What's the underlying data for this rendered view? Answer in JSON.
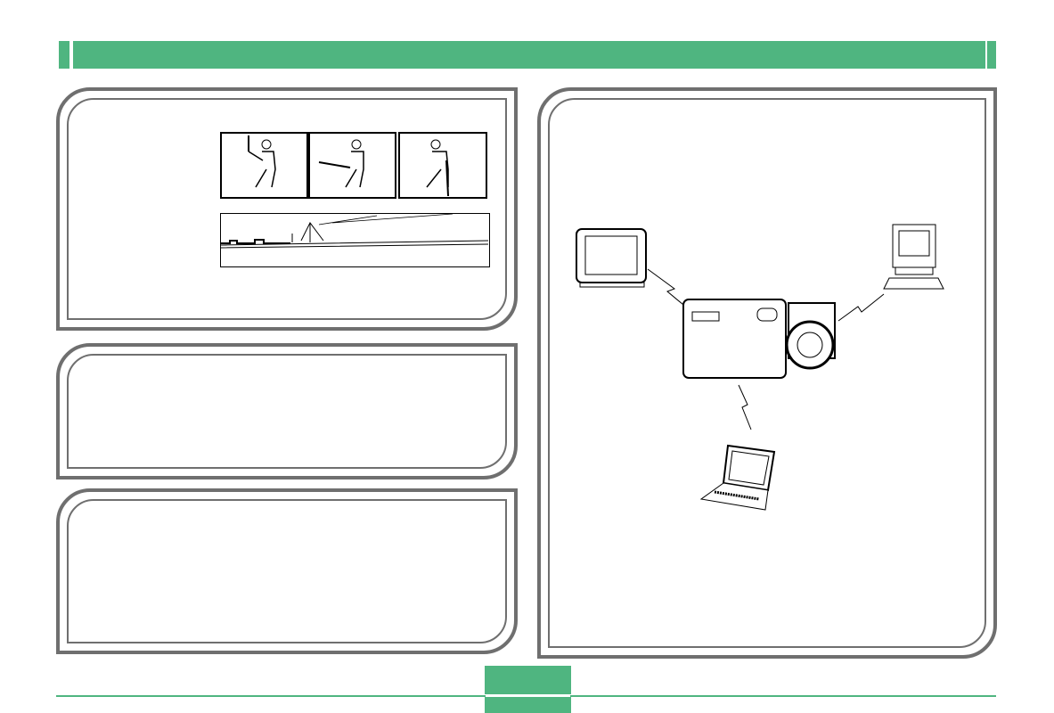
{
  "colors": {
    "accent": "#4fb580",
    "border": "#6f6f6f"
  },
  "icons": [
    "golfer-frame-1",
    "golfer-frame-2",
    "golfer-frame-3",
    "panorama-bridge",
    "tv-icon",
    "desktop-computer-icon",
    "camera-icon",
    "laptop-icon",
    "wireless-link-icon"
  ]
}
